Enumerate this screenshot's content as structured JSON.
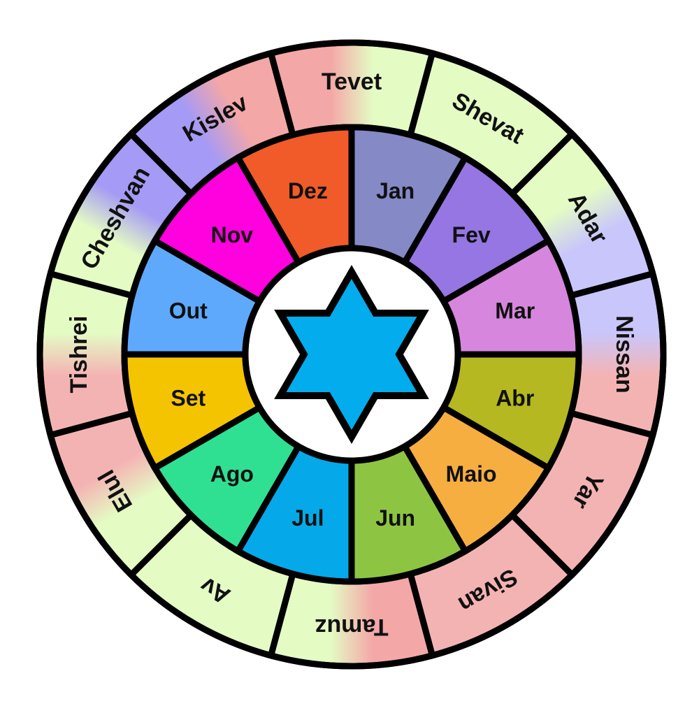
{
  "hebrew_months": [
    {
      "label": "Tevet",
      "colors": [
        "#f4a7a7",
        "#e4fbc4"
      ]
    },
    {
      "label": "Shevat",
      "colors": [
        "#e4fbc4",
        "#e4fbc4"
      ]
    },
    {
      "label": "Adar",
      "colors": [
        "#e4fbc4",
        "#c9c6fb"
      ]
    },
    {
      "label": "Nissan",
      "colors": [
        "#c9c6fb",
        "#f4b3b3"
      ]
    },
    {
      "label": "Yar",
      "colors": [
        "#f4b3b3",
        "#f4b3b3"
      ]
    },
    {
      "label": "Sivan",
      "colors": [
        "#f4b3b3",
        "#f4b3b3"
      ]
    },
    {
      "label": "Tamuz",
      "colors": [
        "#f4a7a7",
        "#e4fbc4"
      ]
    },
    {
      "label": "Av",
      "colors": [
        "#e4fbc4",
        "#e4fbc4"
      ]
    },
    {
      "label": "Elul",
      "colors": [
        "#e4fbc4",
        "#f4b3b3"
      ]
    },
    {
      "label": "Tishrei",
      "colors": [
        "#f4b3b3",
        "#e4fbc4"
      ]
    },
    {
      "label": "Cheshvan",
      "colors": [
        "#e4fbc4",
        "#a59af5"
      ]
    },
    {
      "label": "Kislev",
      "colors": [
        "#a59af5",
        "#f4a7a7"
      ]
    }
  ],
  "gregorian_months": [
    {
      "label": "Jan",
      "color": "#8589c6"
    },
    {
      "label": "Fev",
      "color": "#9576e2"
    },
    {
      "label": "Mar",
      "color": "#d687dd"
    },
    {
      "label": "Abr",
      "color": "#b5b820"
    },
    {
      "label": "Maio",
      "color": "#f7ae40"
    },
    {
      "label": "Jun",
      "color": "#8dc543"
    },
    {
      "label": "Jul",
      "color": "#05a9e9"
    },
    {
      "label": "Ago",
      "color": "#2fe093"
    },
    {
      "label": "Set",
      "color": "#f5c400"
    },
    {
      "label": "Out",
      "color": "#5fa9fd"
    },
    {
      "label": "Nov",
      "color": "#ff00df"
    },
    {
      "label": "Dez",
      "color": "#f05b29"
    }
  ],
  "center": {
    "icon": "star-of-david-icon",
    "color": "#03aced"
  }
}
